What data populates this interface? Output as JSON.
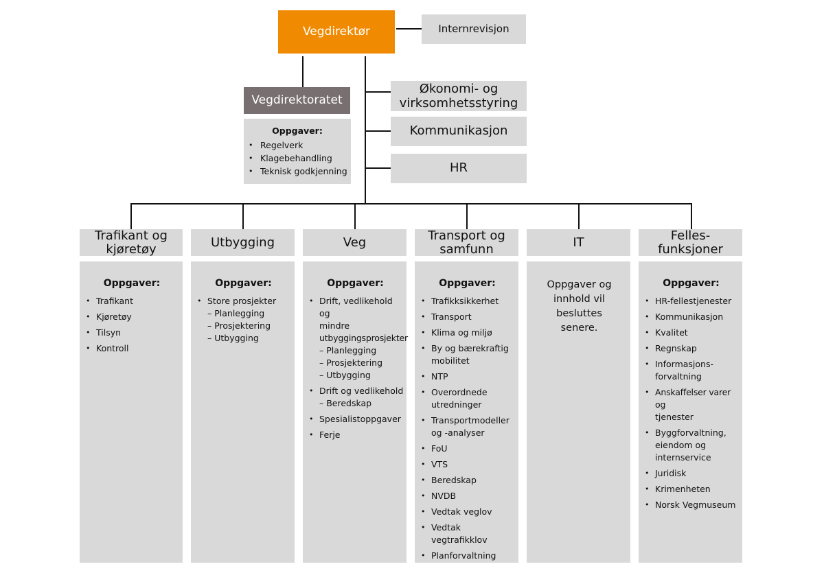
{
  "top": {
    "director": "Vegdirektør",
    "internal_audit": "Internrevisjon"
  },
  "directorate": {
    "title": "Vegdirektoratet",
    "tasks_heading": "Oppgaver:",
    "tasks": [
      "Regelverk",
      "Klagebehandling",
      "Teknisk godkjenning"
    ]
  },
  "staff": {
    "economy": [
      "Økonomi-  og",
      "virksomhetsstyring"
    ],
    "communication": "Kommunikasjon",
    "hr": "HR"
  },
  "divisions": [
    {
      "title": [
        "Trafikant og",
        "kjøretøy"
      ],
      "heading": "Oppgaver:",
      "tasks": [
        [
          "Trafikant"
        ],
        [
          "Kjøretøy"
        ],
        [
          "Tilsyn"
        ],
        [
          "Kontroll"
        ]
      ]
    },
    {
      "title": [
        "Utbygging"
      ],
      "heading": "Oppgaver:",
      "tasks": [
        [
          "Store prosjekter",
          "– Planlegging",
          "– Prosjektering",
          "– Utbygging"
        ]
      ]
    },
    {
      "title": [
        "Veg"
      ],
      "heading": "Oppgaver:",
      "tasks": [
        [
          "Drift, vedlikehold og",
          "mindre",
          "utbyggingsprosjekter",
          "– Planlegging",
          "– Prosjektering",
          "– Utbygging"
        ],
        [
          "Drift og vedlikehold",
          "– Beredskap"
        ],
        [
          "Spesialistoppgaver"
        ],
        [
          "Ferje"
        ]
      ]
    },
    {
      "title": [
        "Transport og",
        "samfunn"
      ],
      "heading": "Oppgaver:",
      "tasks": [
        [
          "Trafikksikkerhet"
        ],
        [
          "Transport"
        ],
        [
          "Klima og miljø"
        ],
        [
          "By og bærekraftig",
          "mobilitet"
        ],
        [
          "NTP"
        ],
        [
          "Overordnede",
          "utredninger"
        ],
        [
          "Transportmodeller",
          "og -analyser"
        ],
        [
          "FoU"
        ],
        [
          "VTS"
        ],
        [
          "Beredskap"
        ],
        [
          "NVDB"
        ],
        [
          "Vedtak veglov"
        ],
        [
          "Vedtak vegtrafikklov"
        ],
        [
          "Planforvaltning"
        ]
      ]
    },
    {
      "title": [
        "IT"
      ],
      "note": [
        "Oppgaver og",
        "innhold vil besluttes",
        "senere."
      ]
    },
    {
      "title": [
        "Felles-",
        "funksjoner"
      ],
      "heading": "Oppgaver:",
      "tasks": [
        [
          "HR-fellestjenester"
        ],
        [
          "Kommunikasjon"
        ],
        [
          "Kvalitet"
        ],
        [
          "Regnskap"
        ],
        [
          "Informasjons-",
          "forvaltning"
        ],
        [
          "Anskaffelser varer og",
          "tjenester"
        ],
        [
          "Byggforvaltning,",
          "eiendom og",
          "internservice"
        ],
        [
          "Juridisk"
        ],
        [
          "Krimenheten"
        ],
        [
          "Norsk Vegmuseum"
        ]
      ]
    }
  ]
}
